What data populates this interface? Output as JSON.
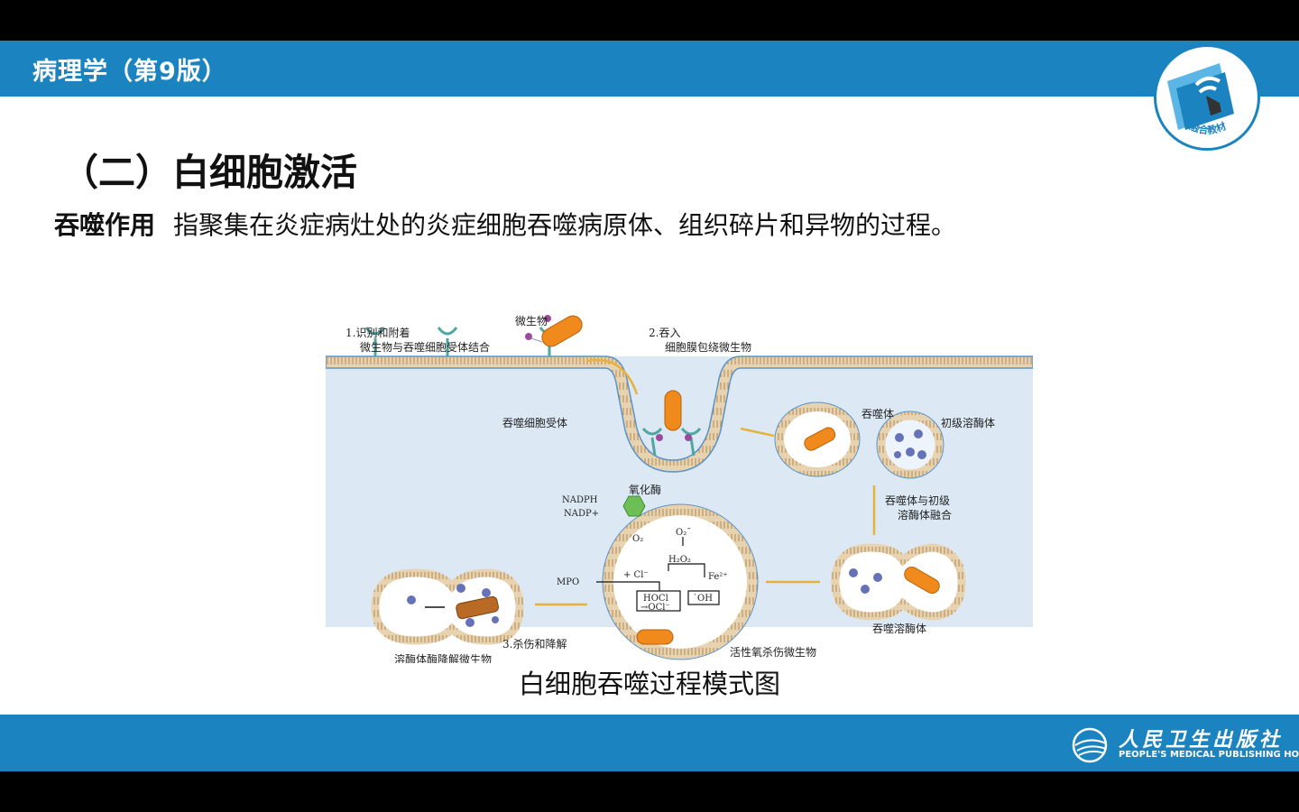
{
  "header": {
    "course_title": "病理学（第9版）",
    "badge_text": "融合教材"
  },
  "section": {
    "title": "（二）白细胞激活"
  },
  "definition": {
    "term": "吞噬作用",
    "text": "指聚集在炎症病灶处的炎症细胞吞噬病原体、组织碎片和异物的过程。"
  },
  "figure": {
    "caption": "白细胞吞噬过程模式图",
    "labels": {
      "step1_title": "1.识别和附着",
      "step1_desc": "微生物与吞噬细胞受体结合",
      "microbe": "微生物",
      "step2_title": "2.吞入",
      "step2_desc": "细胞膜包绕微生物",
      "receptor": "吞噬细胞受体",
      "phagosome": "吞噬体",
      "primary_lysosome": "初级溶酶体",
      "fusion_line1": "吞噬体与初级",
      "fusion_line2": "溶酶体融合",
      "phagolysosome": "吞噬溶酶体",
      "ros_kill": "活性氧杀伤微生物",
      "enzyme_degrade": "溶酶体酶降解微生物",
      "step3_title": "3.杀伤和降解",
      "oxidase": "氧化酶",
      "nadph": "NADPH",
      "nadp": "NADP+",
      "o2": "O₂",
      "o2_radical": "O₂ˉ",
      "h2o2": "H₂O₂",
      "mpo": "MPO",
      "cl": "+ Cl⁻",
      "fe": "Fe²⁺",
      "hocl": "HOCl",
      "ocl": "→OCl⁻",
      "oh": "˙OH"
    }
  },
  "footer": {
    "publisher_cn": "人民卫生出版社",
    "publisher_en": "PEOPLE'S MEDICAL PUBLISHING HOUSE"
  },
  "colors": {
    "brand_blue": "#1b84c0",
    "cytoplasm": "#dce9f5",
    "membrane": "#c4a06f",
    "microbe": "#f08a1c",
    "receptor": "#4fa7a0"
  }
}
